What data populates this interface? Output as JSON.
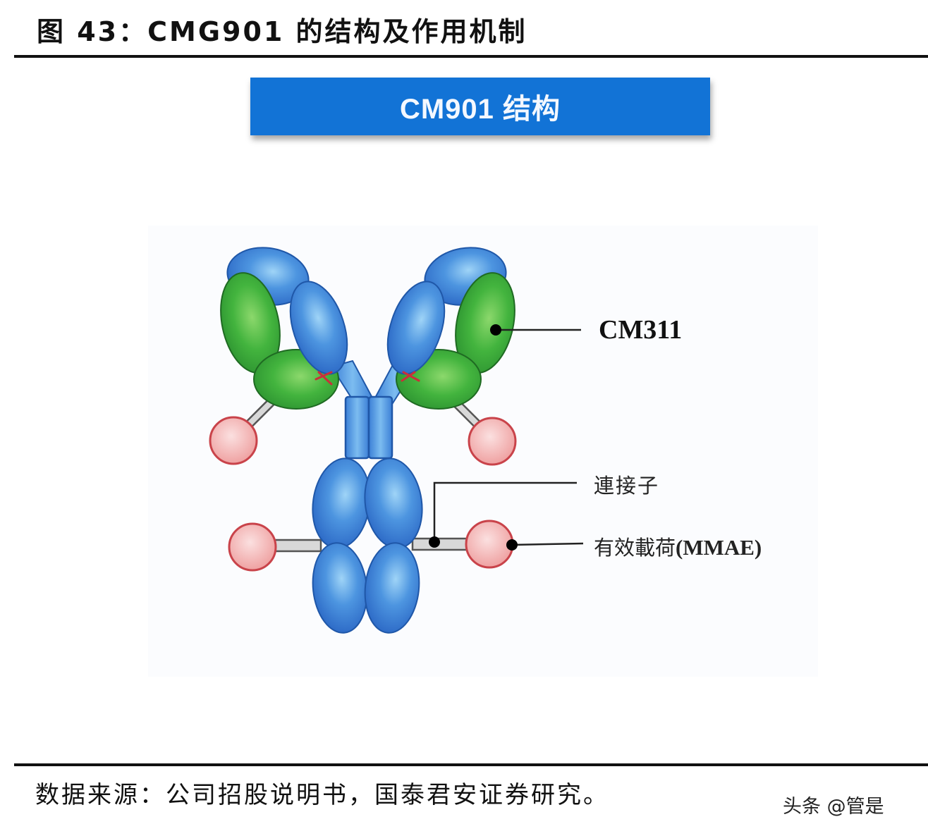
{
  "figure": {
    "title": "图 43：CMG901 的结构及作用机制"
  },
  "banner": {
    "text": "CM901 结构",
    "color": "#1273d6"
  },
  "diagram": {
    "subject": "antibody-drug conjugate",
    "labels": {
      "antibody": "CM311",
      "linker": "連接子",
      "payload_prefix": "有效載荷",
      "payload_name": "(MMAE)"
    },
    "colors": {
      "heavy_chain": "#3b7fd6",
      "light_chain": "#3fb43c",
      "payload": "#f2b4b4",
      "payload_border": "#c9434a",
      "linker": "#d0d0d0"
    }
  },
  "footer": {
    "source": "数据来源：公司招股说明书，国泰君安证券研究。",
    "watermark": "头条 @管是"
  }
}
